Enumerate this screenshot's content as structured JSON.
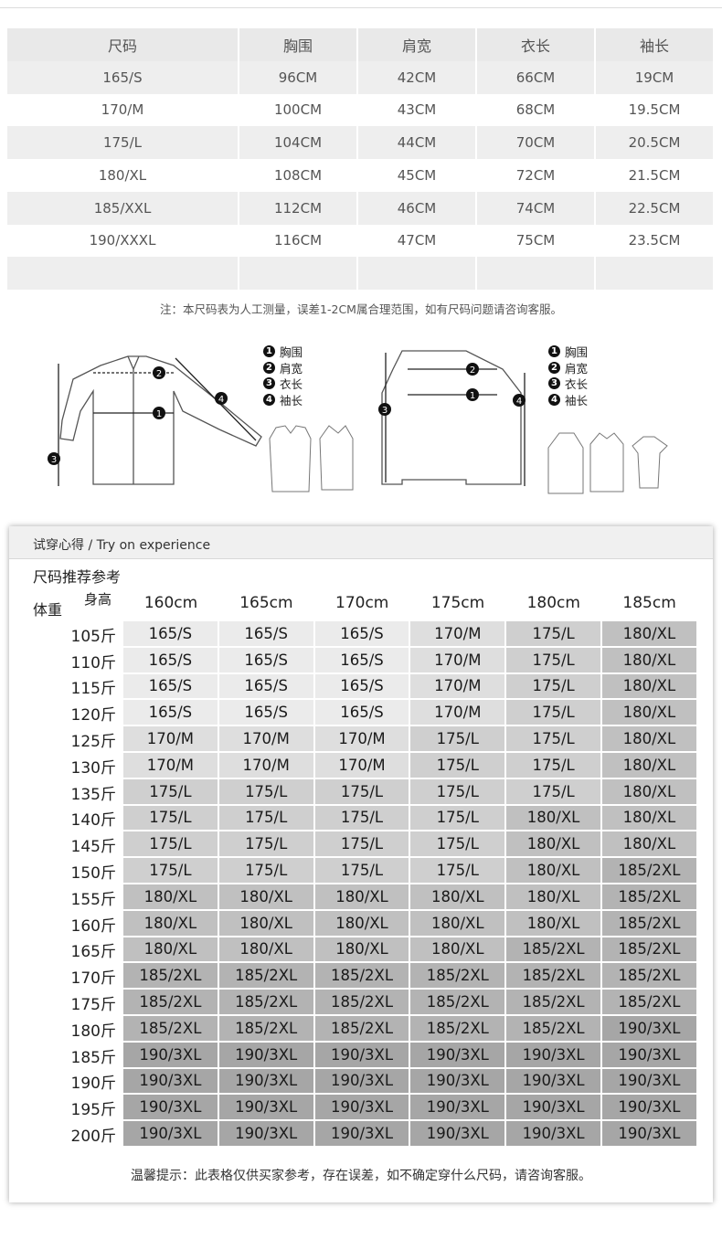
{
  "size_table": {
    "headers": [
      "尺码",
      "胸围",
      "肩宽",
      "衣长",
      "袖长"
    ],
    "rows": [
      [
        "165/S",
        "96CM",
        "42CM",
        "66CM",
        "19CM"
      ],
      [
        "170/M",
        "100CM",
        "43CM",
        "68CM",
        "19.5CM"
      ],
      [
        "175/L",
        "104CM",
        "44CM",
        "70CM",
        "20.5CM"
      ],
      [
        "180/XL",
        "108CM",
        "45CM",
        "72CM",
        "21.5CM"
      ],
      [
        "185/XXL",
        "112CM",
        "46CM",
        "74CM",
        "22.5CM"
      ],
      [
        "190/XXXL",
        "116CM",
        "47CM",
        "75CM",
        "23.5CM"
      ],
      [
        "",
        "",
        "",
        "",
        ""
      ]
    ]
  },
  "note": "注：本尺码表为人工测量，误差1-2CM属合理范围，如有尺码问题请咨询客服。",
  "diagram": {
    "legend": [
      {
        "num": "1",
        "label": "胸围"
      },
      {
        "num": "2",
        "label": "肩宽"
      },
      {
        "num": "3",
        "label": "衣长"
      },
      {
        "num": "4",
        "label": "袖长"
      }
    ]
  },
  "recommend": {
    "header": "试穿心得 / Try on experience",
    "title": "尺码推荐参考",
    "height_label": "身高",
    "weight_label": "体重",
    "heights": [
      "160cm",
      "165cm",
      "170cm",
      "175cm",
      "180cm",
      "185cm"
    ],
    "rows": [
      {
        "weight": "105斤",
        "sizes": [
          "165/S",
          "165/S",
          "165/S",
          "170/M",
          "175/L",
          "180/XL"
        ]
      },
      {
        "weight": "110斤",
        "sizes": [
          "165/S",
          "165/S",
          "165/S",
          "170/M",
          "175/L",
          "180/XL"
        ]
      },
      {
        "weight": "115斤",
        "sizes": [
          "165/S",
          "165/S",
          "165/S",
          "170/M",
          "175/L",
          "180/XL"
        ]
      },
      {
        "weight": "120斤",
        "sizes": [
          "165/S",
          "165/S",
          "165/S",
          "170/M",
          "175/L",
          "180/XL"
        ]
      },
      {
        "weight": "125斤",
        "sizes": [
          "170/M",
          "170/M",
          "170/M",
          "175/L",
          "175/L",
          "180/XL"
        ]
      },
      {
        "weight": "130斤",
        "sizes": [
          "170/M",
          "170/M",
          "170/M",
          "175/L",
          "175/L",
          "180/XL"
        ]
      },
      {
        "weight": "135斤",
        "sizes": [
          "175/L",
          "175/L",
          "175/L",
          "175/L",
          "175/L",
          "180/XL"
        ]
      },
      {
        "weight": "140斤",
        "sizes": [
          "175/L",
          "175/L",
          "175/L",
          "175/L",
          "180/XL",
          "180/XL"
        ]
      },
      {
        "weight": "145斤",
        "sizes": [
          "175/L",
          "175/L",
          "175/L",
          "175/L",
          "180/XL",
          "180/XL"
        ]
      },
      {
        "weight": "150斤",
        "sizes": [
          "175/L",
          "175/L",
          "175/L",
          "175/L",
          "180/XL",
          "185/2XL"
        ]
      },
      {
        "weight": "155斤",
        "sizes": [
          "180/XL",
          "180/XL",
          "180/XL",
          "180/XL",
          "180/XL",
          "185/2XL"
        ]
      },
      {
        "weight": "160斤",
        "sizes": [
          "180/XL",
          "180/XL",
          "180/XL",
          "180/XL",
          "180/XL",
          "185/2XL"
        ]
      },
      {
        "weight": "165斤",
        "sizes": [
          "180/XL",
          "180/XL",
          "180/XL",
          "180/XL",
          "185/2XL",
          "185/2XL"
        ]
      },
      {
        "weight": "170斤",
        "sizes": [
          "185/2XL",
          "185/2XL",
          "185/2XL",
          "185/2XL",
          "185/2XL",
          "185/2XL"
        ]
      },
      {
        "weight": "175斤",
        "sizes": [
          "185/2XL",
          "185/2XL",
          "185/2XL",
          "185/2XL",
          "185/2XL",
          "185/2XL"
        ]
      },
      {
        "weight": "180斤",
        "sizes": [
          "185/2XL",
          "185/2XL",
          "185/2XL",
          "185/2XL",
          "185/2XL",
          "190/3XL"
        ]
      },
      {
        "weight": "185斤",
        "sizes": [
          "190/3XL",
          "190/3XL",
          "190/3XL",
          "190/3XL",
          "190/3XL",
          "190/3XL"
        ]
      },
      {
        "weight": "190斤",
        "sizes": [
          "190/3XL",
          "190/3XL",
          "190/3XL",
          "190/3XL",
          "190/3XL",
          "190/3XL"
        ]
      },
      {
        "weight": "195斤",
        "sizes": [
          "190/3XL",
          "190/3XL",
          "190/3XL",
          "190/3XL",
          "190/3XL",
          "190/3XL"
        ]
      },
      {
        "weight": "200斤",
        "sizes": [
          "190/3XL",
          "190/3XL",
          "190/3XL",
          "190/3XL",
          "190/3XL",
          "190/3XL"
        ]
      }
    ],
    "size_colors": {
      "165/S": "#ebebeb",
      "170/M": "#dedede",
      "175/L": "#cfcfcf",
      "180/XL": "#c0c0c0",
      "185/2XL": "#b3b3b3",
      "190/3XL": "#a6a6a6"
    },
    "tip": "温馨提示：此表格仅供买家参考，存在误差，如不确定穿什么尺码，请咨询客服。"
  }
}
